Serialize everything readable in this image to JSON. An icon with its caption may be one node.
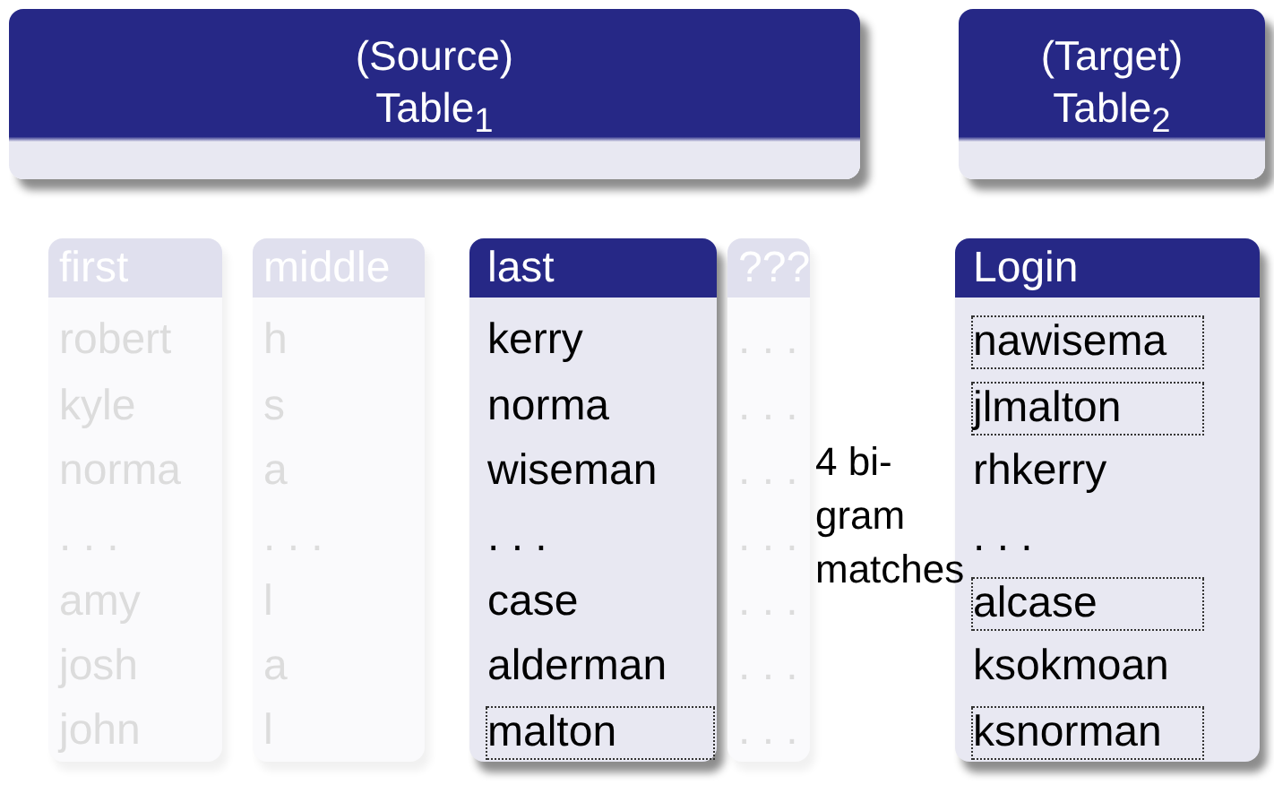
{
  "diagram": {
    "nodes": [
      {
        "text": [
          "(Source) Table$_{1}$"
        ]
      },
      {
        "text": [
          "(Target) Table$_{2}$"
        ]
      },
      {
        "text": [
          "first",
          "robert",
          "kyle",
          "norma",
          ". . .",
          "amy",
          "josh",
          "john"
        ]
      },
      {
        "text": [
          "middle",
          "h",
          "s",
          "a",
          ". . .",
          "l",
          "a",
          "l"
        ]
      },
      {
        "text": [
          "last",
          "kerry",
          "norma",
          "wiseman",
          ". . .",
          "case",
          "alderman",
          "malton"
        ]
      },
      {
        "text": [
          "???",
          ". . .",
          ". . .",
          ". . .",
          ". . .",
          ". . .",
          ". . .",
          ". . ."
        ]
      },
      {
        "text": [
          "Login",
          "nawisema",
          "jlmalton",
          "rhkerry",
          ". . .",
          "alcase",
          "ksokmoan",
          "ksnorman"
        ]
      }
    ],
    "labels": [
      "4 bi-gram matches"
    ]
  }
}
